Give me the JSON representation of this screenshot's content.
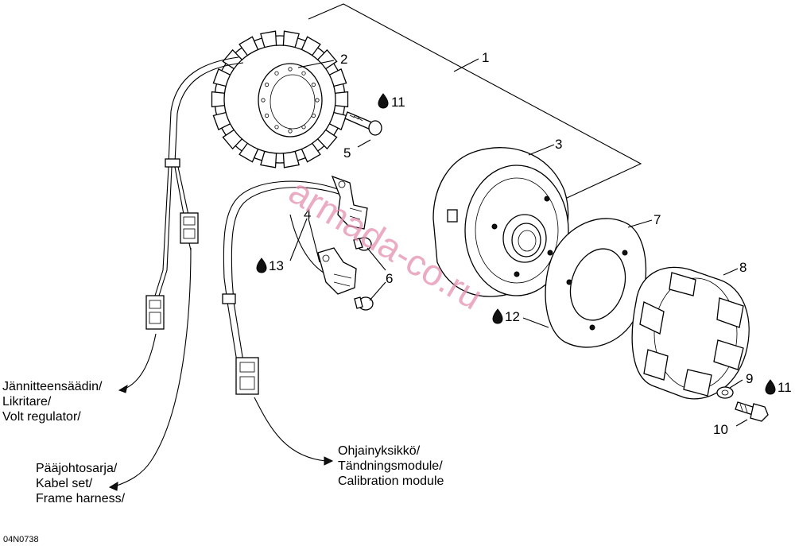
{
  "callouts": {
    "c1": "1",
    "c2": "2",
    "c3": "3",
    "c4": "4",
    "c5": "5",
    "c6": "6",
    "c7": "7",
    "c8": "8",
    "c9": "9",
    "c10": "10",
    "c11a": "11",
    "c11b": "11",
    "c12": "12",
    "c13": "13"
  },
  "labels": {
    "volt_regulator": [
      "Jännitteensäädin/",
      "Likritare/",
      "Volt regulator/"
    ],
    "frame_harness": [
      "Pääjohtosarja/",
      "Kabel set/",
      "Frame harness/"
    ],
    "calibration_module": [
      "Ohjainyksikkö/",
      "Tändningsmodule/",
      "Calibration module"
    ]
  },
  "drawing_code": "04N0738",
  "watermark": "armada-co.ru",
  "colors": {
    "line": "#000000",
    "watermark": "#e58fb0",
    "background": "#ffffff"
  },
  "icons": [
    "oil-drop-icon"
  ]
}
